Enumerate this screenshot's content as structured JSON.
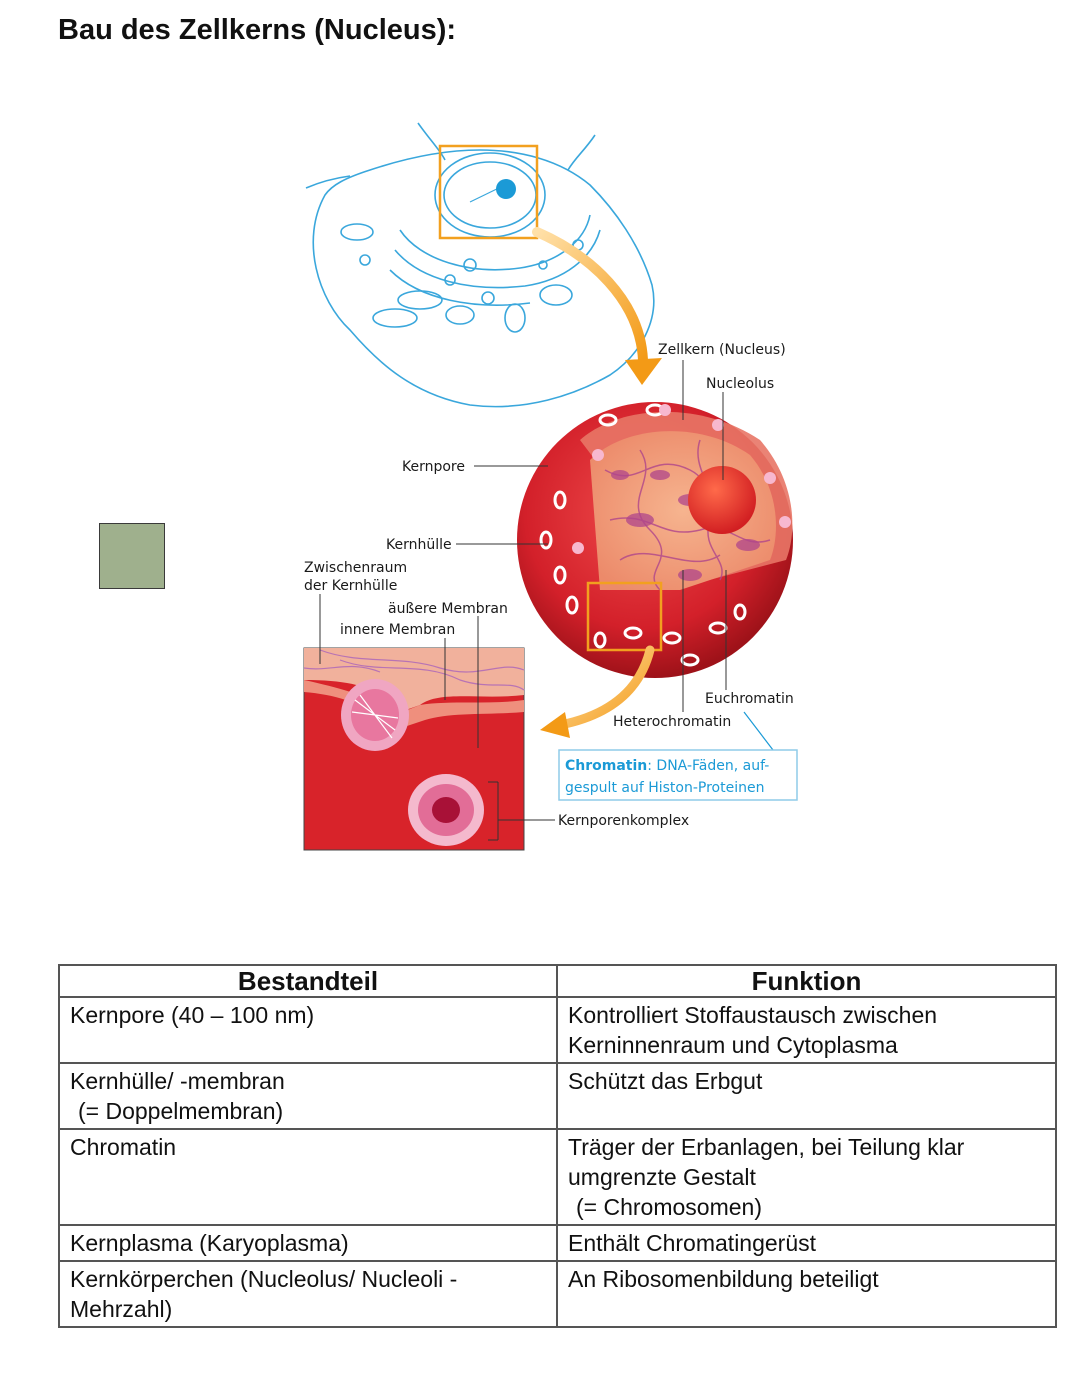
{
  "title": "Bau des Zellkerns (Nucleus):",
  "figure": {
    "labels": {
      "zellkern": "Zellkern (Nucleus)",
      "nucleolus": "Nucleolus",
      "kernpore": "Kernpore",
      "kernhuelle": "Kernhülle",
      "zwischenraum_1": "Zwischenraum",
      "zwischenraum_2": "der Kernhülle",
      "aeussere_membran": "äußere Membran",
      "innere_membran": "innere Membran",
      "euchromatin": "Euchromatin",
      "heterochromatin": "Heterochromatin",
      "kernporenkomplex": "Kernporenkomplex"
    },
    "chromatin_note": {
      "term": "Chromatin",
      "line1_rest": ": DNA-Fäden, auf-",
      "line2": "gespult auf Histon-Proteinen"
    },
    "colors": {
      "cell_outline": "#3aa7dc",
      "highlight_box": "#f2a01f",
      "nucleus_red": "#d9262c",
      "note_blue": "#1b9ad6",
      "side_square": "#9fb08d"
    }
  },
  "table": {
    "headers": [
      "Bestandteil",
      "Funktion"
    ],
    "rows": [
      {
        "part": [
          "Kernpore (40 – 100 nm)"
        ],
        "function": [
          "Kontrolliert Stoffaustausch zwischen",
          "Kerninnenraum und Cytoplasma"
        ]
      },
      {
        "part": [
          "Kernhülle/ -membran",
          "(= Doppelmembran)"
        ],
        "function": [
          "Schützt das Erbgut"
        ]
      },
      {
        "part": [
          "Chromatin"
        ],
        "function": [
          "Träger der Erbanlagen, bei Teilung klar",
          "umgrenzte Gestalt",
          "(= Chromosomen)"
        ]
      },
      {
        "part": [
          "Kernplasma (Karyoplasma)"
        ],
        "function": [
          "Enthält Chromatingerüst"
        ]
      },
      {
        "part": [
          "Kernkörperchen (Nucleolus/ Nucleoli -",
          "Mehrzahl)"
        ],
        "function": [
          "An Ribosomenbildung beteiligt"
        ]
      }
    ]
  }
}
